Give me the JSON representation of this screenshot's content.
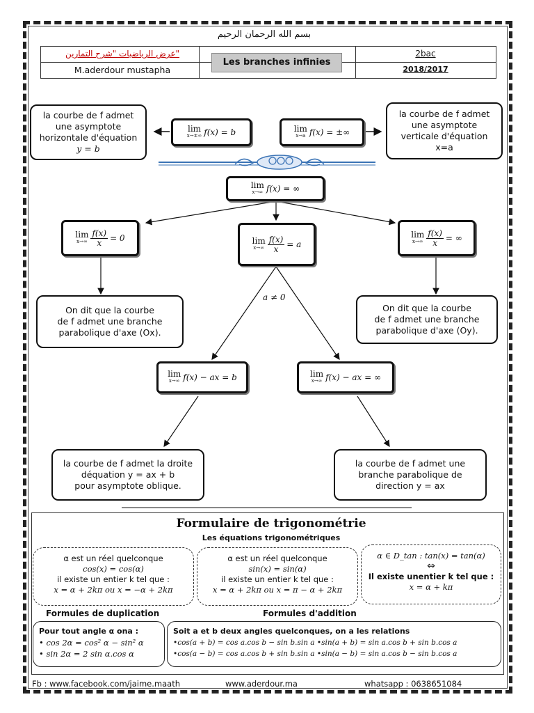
{
  "header": {
    "bismillah": "بسم الله الرحمان الرحيم",
    "arabic_label": "عرض الرياضيات \"شرح التمارين\"",
    "author": "M.aderdour mustapha",
    "title": "Les branches infinies",
    "level": "2bac",
    "year": "2018/2017"
  },
  "top": {
    "left_text": [
      "la courbe de f admet",
      "une asymptote",
      "horizontale d'équation",
      "y = b"
    ],
    "left_formula": {
      "sub": "x→±∞",
      "expr": "f(x) = b"
    },
    "right_formula": {
      "sub": "x→a",
      "expr": "f(x) = ±∞"
    },
    "right_text": [
      "la courbe de f admet",
      "une asymptote",
      "verticale d'équation",
      "x=a"
    ]
  },
  "tree": {
    "root": {
      "sub": "x→∞",
      "expr": "f(x) = ∞"
    },
    "left": {
      "sub": "x→∞",
      "num": "f(x)",
      "den": "x",
      "rhs": "= 0"
    },
    "middle": {
      "sub": "x→∞",
      "num": "f(x)",
      "den": "x",
      "rhs": "= a"
    },
    "right": {
      "sub": "x→∞",
      "num": "f(x)",
      "den": "x",
      "rhs": "= ∞"
    },
    "left_result": [
      "On dit que la courbe",
      "de f admet une branche",
      "parabolique d'axe (Ox)."
    ],
    "right_result": [
      "On dit que la courbe",
      "de f admet une branche",
      "parabolique d'axe (Oy)."
    ],
    "condition": "a ≠ 0",
    "oblique_left": {
      "sub": "x→∞",
      "expr": "f(x) − ax = b"
    },
    "oblique_right": {
      "sub": "x→∞",
      "expr": "f(x) − ax = ∞"
    },
    "oblique_left_result": [
      "la courbe de f admet la droite",
      "déquation y = ax + b",
      "pour asymptote oblique."
    ],
    "oblique_right_result": [
      "la courbe de f admet une",
      "branche parabolique de",
      "direction y = ax"
    ]
  },
  "trig": {
    "title": "Formulaire de trigonométrie",
    "subtitle": "Les équations trigonométriques",
    "box1": [
      "α est un réel quelconque",
      "cos(x) = cos(α)",
      "il existe un entier k tel que :",
      "x = α + 2kπ    ou    x = −α + 2kπ"
    ],
    "box2": [
      "α est un réel quelconque",
      "sin(x) = sin(α)",
      "il existe un entier k tel que :",
      "x = α + 2kπ    ou    x = π − α + 2kπ"
    ],
    "box3": [
      "α ∈ D_tan  :  tan(x) = tan(α)",
      "⇔",
      "Il existe unentier k tel que :",
      "x = α + kπ"
    ],
    "dup_title": "Formules de duplication",
    "add_title": "Formules d'addition",
    "dup_lines": [
      "Pour tout angle α ona :",
      "• cos 2α = cos² α − sin² α",
      "• sin 2α = 2 sin α.cos α"
    ],
    "add_lines": [
      "Soit a et b deux angles quelconques, on a les relations",
      "•cos(a + b) = cos a.cos b − sin b.sin a   •sin(a + b) = sin a.cos b + sin b.cos a",
      "•cos(a − b) = cos a.cos b + sin b.sin a   •sin(a − b) = sin a.cos b − sin b.cos a"
    ]
  },
  "footer": {
    "fb": "Fb : www.facebook.com/jaime.maath",
    "site": "www.aderdour.ma",
    "whatsapp": "whatsapp : 0638651084"
  }
}
